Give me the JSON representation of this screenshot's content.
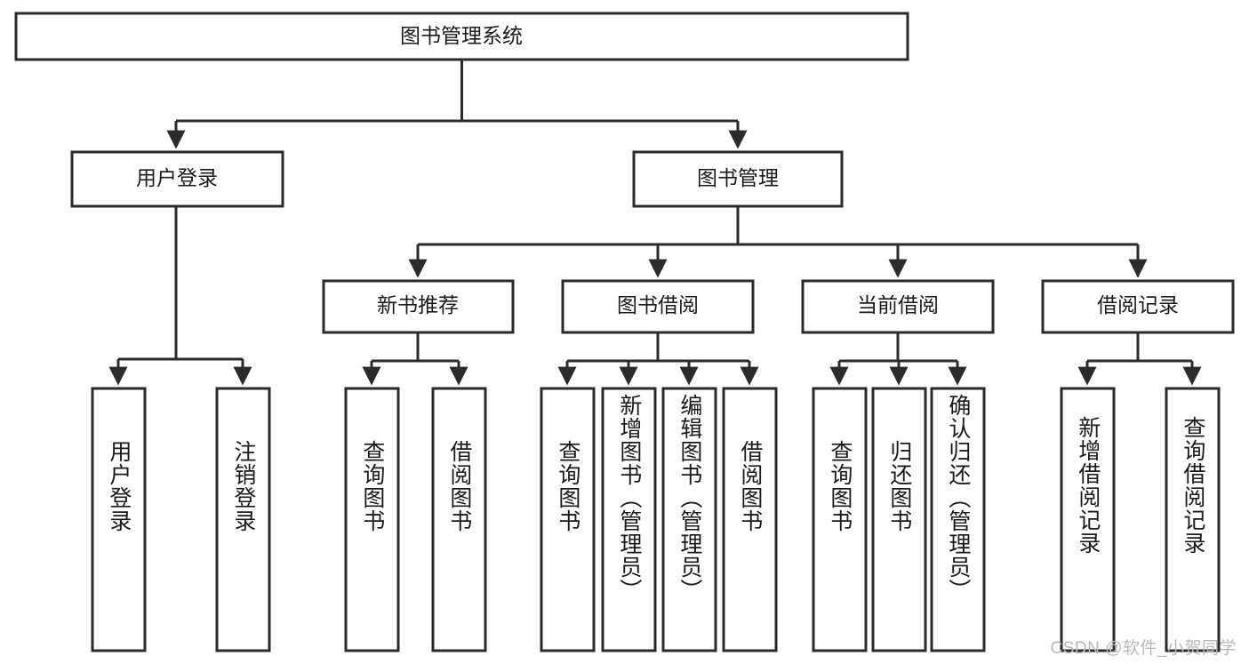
{
  "diagram": {
    "title": "图书管理系统",
    "type": "tree-hierarchy",
    "root": {
      "id": "root",
      "label": "图书管理系统",
      "orientation": "horizontal"
    },
    "level2": [
      {
        "id": "user-login",
        "label": "用户登录",
        "orientation": "horizontal"
      },
      {
        "id": "book-manage",
        "label": "图书管理",
        "orientation": "horizontal"
      }
    ],
    "level3": [
      {
        "id": "new-book-rec",
        "label": "新书推荐",
        "orientation": "horizontal",
        "parent": "book-manage"
      },
      {
        "id": "book-borrow",
        "label": "图书借阅",
        "orientation": "horizontal",
        "parent": "book-manage"
      },
      {
        "id": "current-borrow",
        "label": "当前借阅",
        "orientation": "horizontal",
        "parent": "book-manage"
      },
      {
        "id": "borrow-record",
        "label": "借阅记录",
        "orientation": "horizontal",
        "parent": "book-manage"
      }
    ],
    "leaves": [
      {
        "id": "leaf-user-login",
        "label": "用户登录",
        "parent": "user-login",
        "orientation": "vertical"
      },
      {
        "id": "leaf-user-logout",
        "label": "注销登录",
        "parent": "user-login",
        "orientation": "vertical"
      },
      {
        "id": "leaf-query-book-1",
        "label": "查询图书",
        "parent": "new-book-rec",
        "orientation": "vertical"
      },
      {
        "id": "leaf-borrow-book-1",
        "label": "借阅图书",
        "parent": "new-book-rec",
        "orientation": "vertical"
      },
      {
        "id": "leaf-query-book-2",
        "label": "查询图书",
        "parent": "book-borrow",
        "orientation": "vertical"
      },
      {
        "id": "leaf-add-book",
        "label": "新增图书（管理员）",
        "parent": "book-borrow",
        "orientation": "vertical"
      },
      {
        "id": "leaf-edit-book",
        "label": "编辑图书（管理员）",
        "parent": "book-borrow",
        "orientation": "vertical"
      },
      {
        "id": "leaf-borrow-book-2",
        "label": "借阅图书",
        "parent": "book-borrow",
        "orientation": "vertical"
      },
      {
        "id": "leaf-query-book-3",
        "label": "查询图书",
        "parent": "current-borrow",
        "orientation": "vertical"
      },
      {
        "id": "leaf-return-book",
        "label": "归还图书",
        "parent": "current-borrow",
        "orientation": "vertical"
      },
      {
        "id": "leaf-confirm-return",
        "label": "确认归还（管理员）",
        "parent": "current-borrow",
        "orientation": "vertical"
      },
      {
        "id": "leaf-add-record",
        "label": "新增借阅记录",
        "parent": "borrow-record",
        "orientation": "vertical"
      },
      {
        "id": "leaf-query-record",
        "label": "查询借阅记录",
        "parent": "borrow-record",
        "orientation": "vertical"
      }
    ],
    "colors": {
      "stroke": "#2b2b2b",
      "fill": "#ffffff",
      "text": "#1a1a1a",
      "watermark": "#b8b8b8",
      "background": "#ffffff"
    }
  },
  "watermark": {
    "text": "CSDN @软件_小贺同学"
  }
}
